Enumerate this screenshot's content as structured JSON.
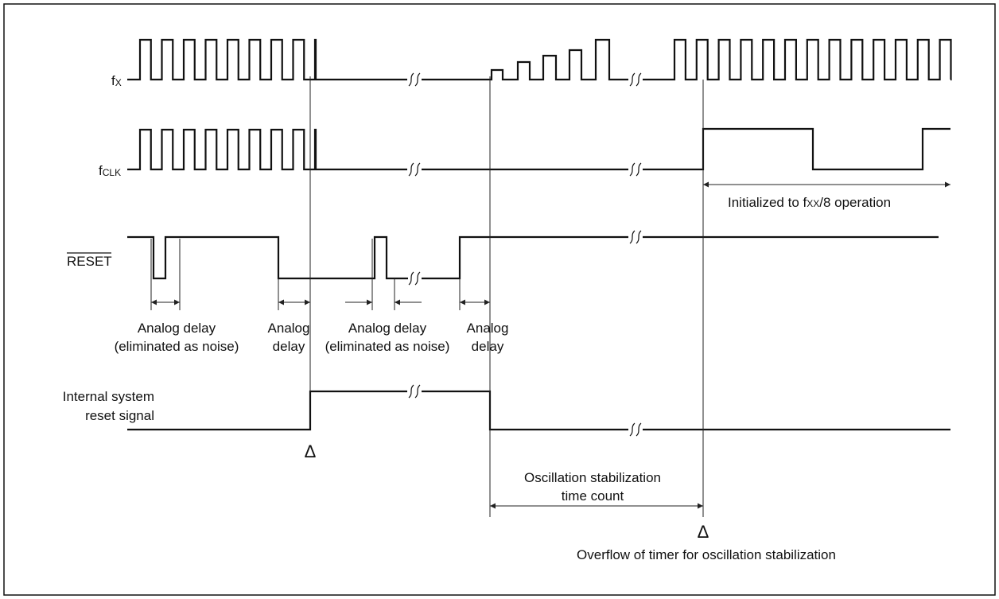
{
  "signals": {
    "fx": {
      "main": "f",
      "sub": "X"
    },
    "fclk": {
      "main": "f",
      "sub": "CLK"
    },
    "reset": "RESET",
    "internal_reset_line1": "Internal system",
    "internal_reset_line2": "reset signal"
  },
  "annotations": {
    "initialized_prefix": "Initialized to f",
    "initialized_sub": "XX",
    "initialized_suffix": "/8 operation",
    "analog_delay_noise_1_line1": "Analog delay",
    "analog_delay_noise_1_line2": "(eliminated as noise)",
    "analog_delay_1_line1": "Analog",
    "analog_delay_1_line2": "delay",
    "analog_delay_noise_2_line1": "Analog delay",
    "analog_delay_noise_2_line2": "(eliminated as noise)",
    "analog_delay_2_line1": "Analog",
    "analog_delay_2_line2": "delay",
    "osc_stab_line1": "Oscillation stabilization",
    "osc_stab_line2": "time count",
    "overflow": "Overflow of timer for oscillation stabilization"
  },
  "markers": {
    "triangle": "Δ"
  }
}
